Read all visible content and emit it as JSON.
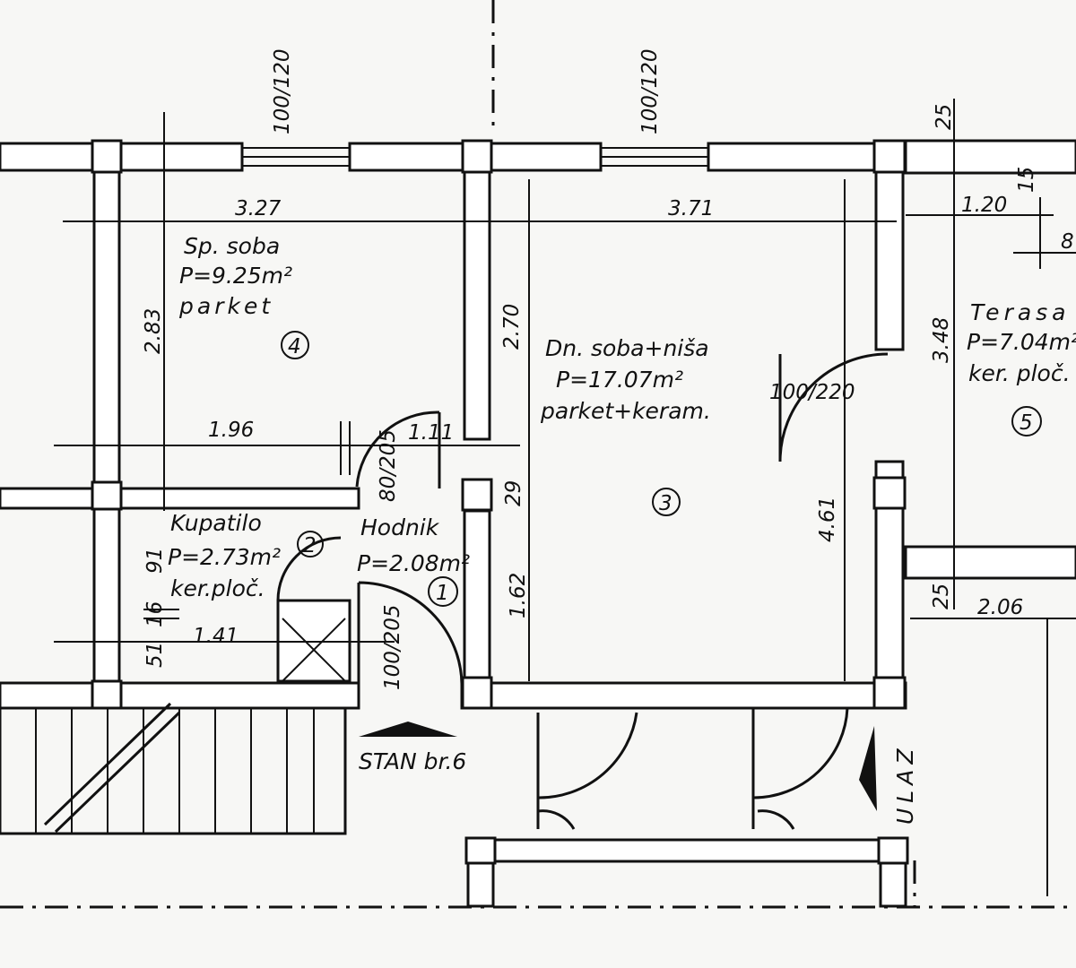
{
  "plan_title": "STAN br.6",
  "entrance_label": "ULAZ",
  "rooms": [
    {
      "number": "4",
      "name": "Sp. soba",
      "area": "P=9.25m²",
      "floor": "parket"
    },
    {
      "number": "3",
      "name": "Dn. soba+niša",
      "area": "P=17.07m²",
      "floor": "parket+keram."
    },
    {
      "number": "2",
      "name": "Kupatilo",
      "area": "P=2.73m²",
      "floor": "ker.ploč."
    },
    {
      "number": "1",
      "name": "Hodnik",
      "area": "P=2.08m²",
      "floor": ""
    },
    {
      "number": "5",
      "name": "Terasa",
      "area": "P=7.04m²",
      "floor": "ker. ploč."
    }
  ],
  "openings": [
    "100/120",
    "100/120",
    "100/220",
    "80/205",
    "100/205"
  ],
  "dimensions": [
    "3.27",
    "3.71",
    "2.83",
    "2.70",
    "1.96",
    "1.11",
    "29",
    "1.62",
    "4.61",
    "3.48",
    "1.20",
    "25",
    "15",
    "8",
    "25",
    "2.06",
    "91",
    "16",
    "51",
    "1.41"
  ],
  "colors": {
    "ink": "#111111",
    "paper": "#f7f7f5"
  }
}
